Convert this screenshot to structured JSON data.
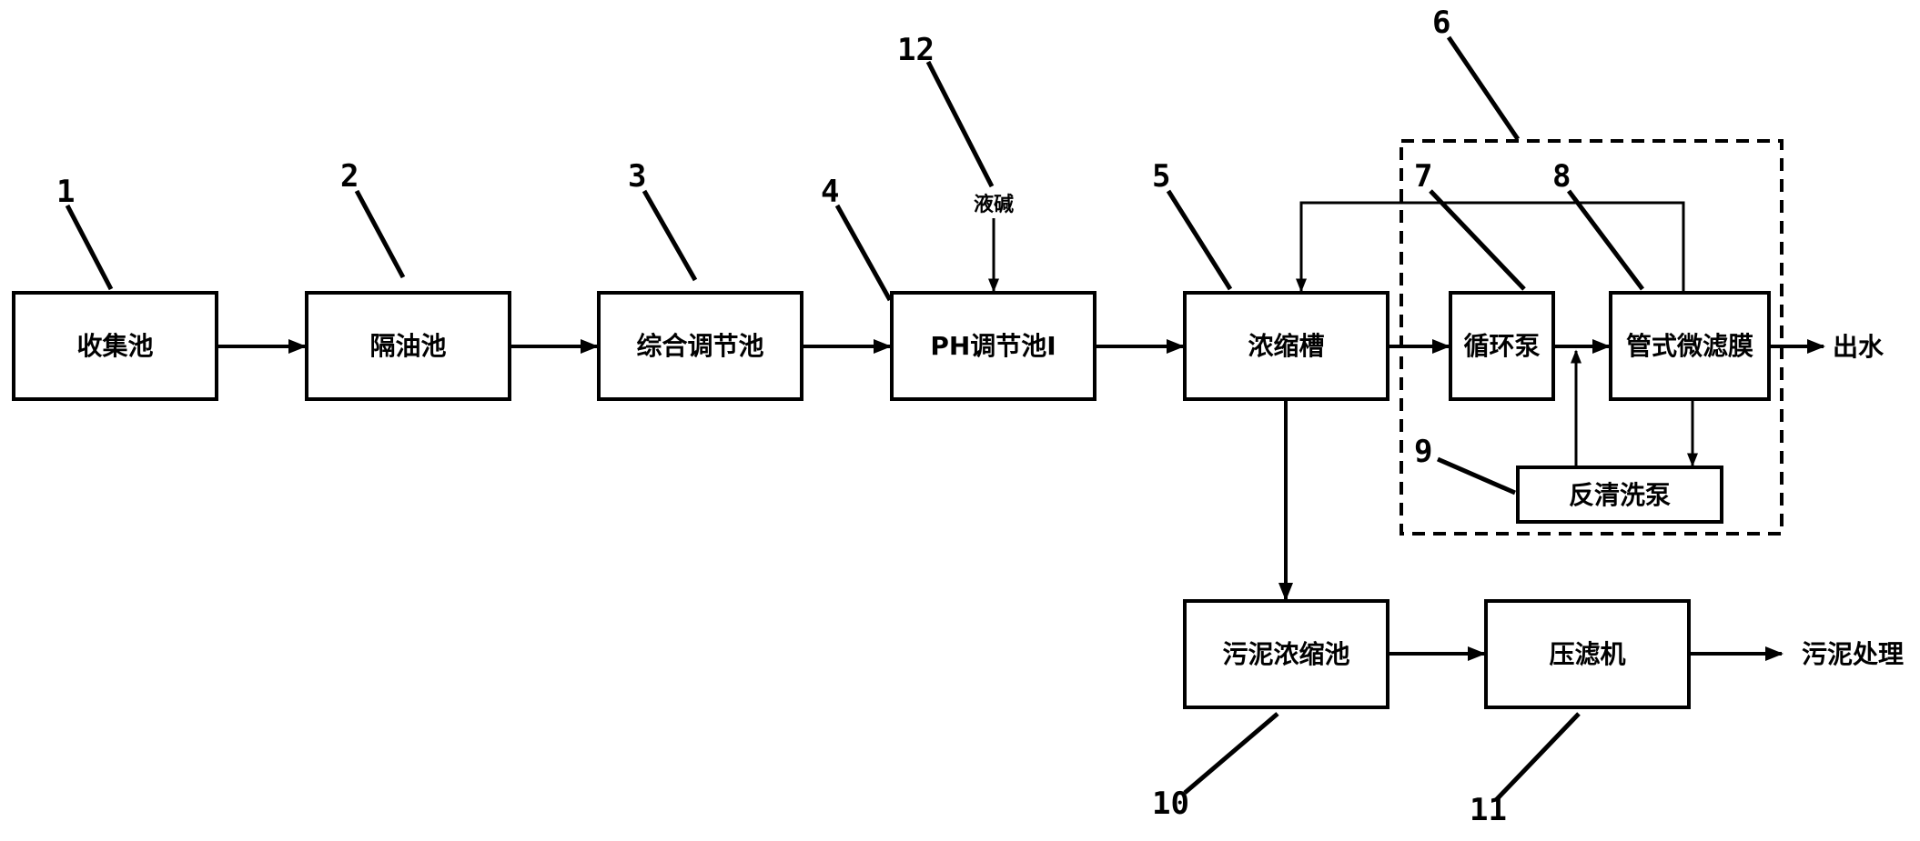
{
  "boxes": {
    "b1": "收集池",
    "b2": "隔油池",
    "b3": "综合调节池",
    "b4": "PH调节池Ⅰ",
    "b5": "浓缩槽",
    "b7": "循环泵",
    "b8": "管式微滤膜",
    "b9": "反清洗泵",
    "b10": "污泥浓缩池",
    "b11": "压滤机"
  },
  "numbers": {
    "n1": "1",
    "n2": "2",
    "n3": "3",
    "n4": "4",
    "n5": "5",
    "n6": "6",
    "n7": "7",
    "n8": "8",
    "n9": "9",
    "n10": "10",
    "n11": "11",
    "n12": "12"
  },
  "labels": {
    "alkali": "液碱",
    "outlet": "出水",
    "sludge_treatment": "污泥处理"
  }
}
